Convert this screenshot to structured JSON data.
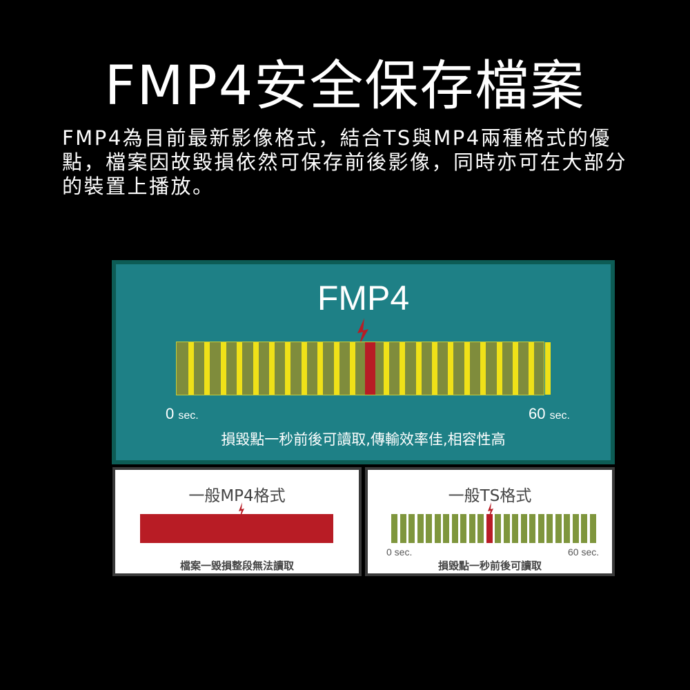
{
  "header": {
    "title": "FMP4安全保存檔案",
    "description": "FMP4為目前最新影像格式，結合TS與MP4兩種格式的優點，檔案因故毀損依然可保存前後影像，同時亦可在大部分的裝置上播放。"
  },
  "fmp4_panel": {
    "title": "FMP4",
    "start_num": "0",
    "end_num": "60",
    "unit": "sec.",
    "caption": "損毀點一秒前後可讀取,傳輸效率佳,相容性高",
    "segments": 23,
    "damaged_segment": 11
  },
  "mp4_panel": {
    "title": "一般MP4格式",
    "caption": "檔案一毀損整段無法讀取"
  },
  "ts_panel": {
    "title": "一般TS格式",
    "start_label": "0 sec.",
    "end_label": "60 sec.",
    "caption": "損毀點一秒前後可讀取",
    "segments": 24,
    "damaged_segment": 11
  },
  "colors": {
    "teal": "#1e8086",
    "red": "#b81c25",
    "yellow": "#f0e118",
    "olive": "#7f8c3c"
  }
}
